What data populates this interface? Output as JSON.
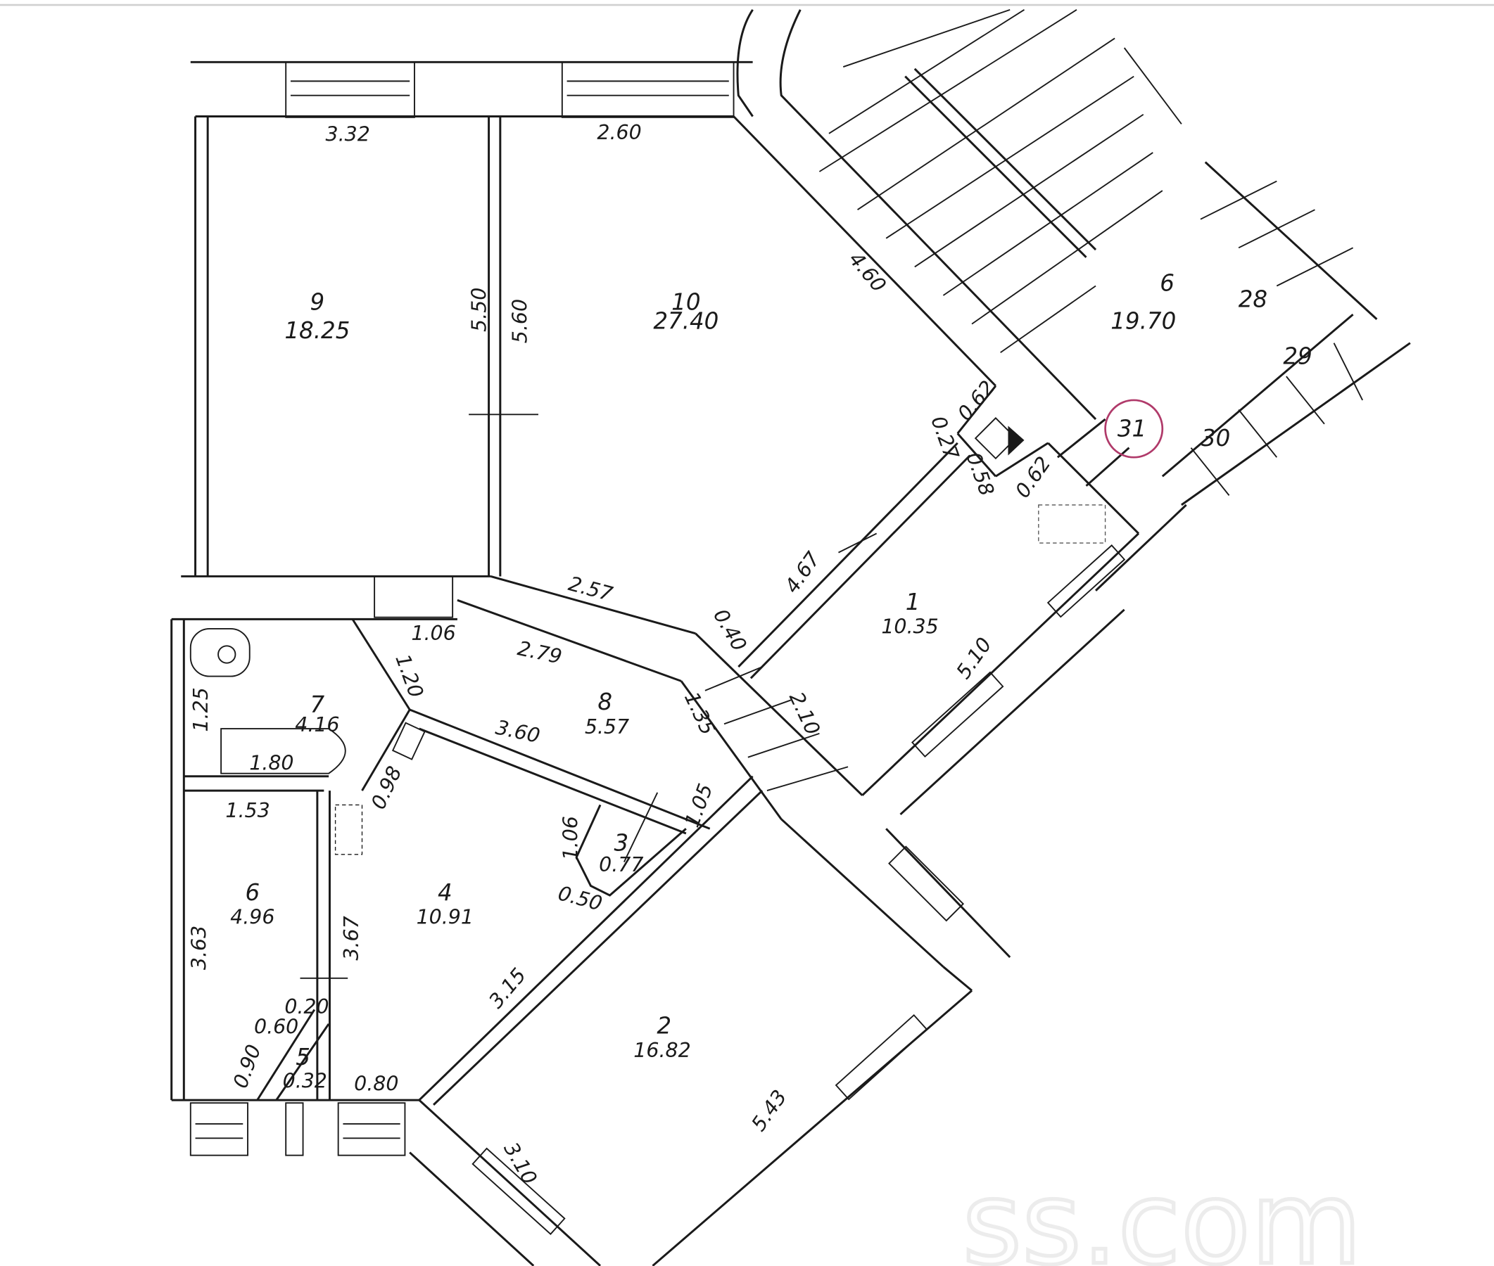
{
  "watermark": "ss.com",
  "rooms": {
    "r9": {
      "num": "9",
      "area": "18.25"
    },
    "r10": {
      "num": "10",
      "area": "27.40"
    },
    "stair": {
      "num": "6",
      "area": "19.70"
    },
    "r1": {
      "num": "1",
      "area": "10.35"
    },
    "r7": {
      "num": "7",
      "area": "4.16"
    },
    "r8": {
      "num": "8",
      "area": "5.57"
    },
    "r6": {
      "num": "6",
      "area": "4.96"
    },
    "r4": {
      "num": "4",
      "area": "10.91"
    },
    "r3": {
      "num": "3",
      "area": "0.77"
    },
    "r2": {
      "num": "2",
      "area": "16.82"
    },
    "r5": {
      "num": "5",
      "area": "0.32"
    }
  },
  "dims": {
    "d332": "3.32",
    "d260": "2.60",
    "d550": "5.50",
    "d560": "5.60",
    "d460": "4.60",
    "d062a": "0.62",
    "d027": "0.27",
    "d058": "0.58",
    "d062b": "0.62",
    "d257": "2.57",
    "d467": "4.67",
    "d040": "0.40",
    "d510": "5.10",
    "d106a": "1.06",
    "d279": "2.79",
    "d120": "1.20",
    "d125": "1.25",
    "d360": "3.60",
    "d135": "1.35",
    "d210": "2.10",
    "d180": "1.80",
    "d098": "0.98",
    "d153": "1.53",
    "d105": "1.05",
    "d106b": "1.06",
    "d050": "0.50",
    "d363": "3.63",
    "d367": "3.67",
    "d315": "3.15",
    "d020": "0.20",
    "d060": "0.60",
    "d090": "0.90",
    "d080": "0.80",
    "d543": "5.43",
    "d310": "3.10"
  },
  "apartments": {
    "a28": "28",
    "a29": "29",
    "a30": "30",
    "a31": "31"
  },
  "colors": {
    "circle": "#b03a6a",
    "line": "#1a1a1a"
  }
}
